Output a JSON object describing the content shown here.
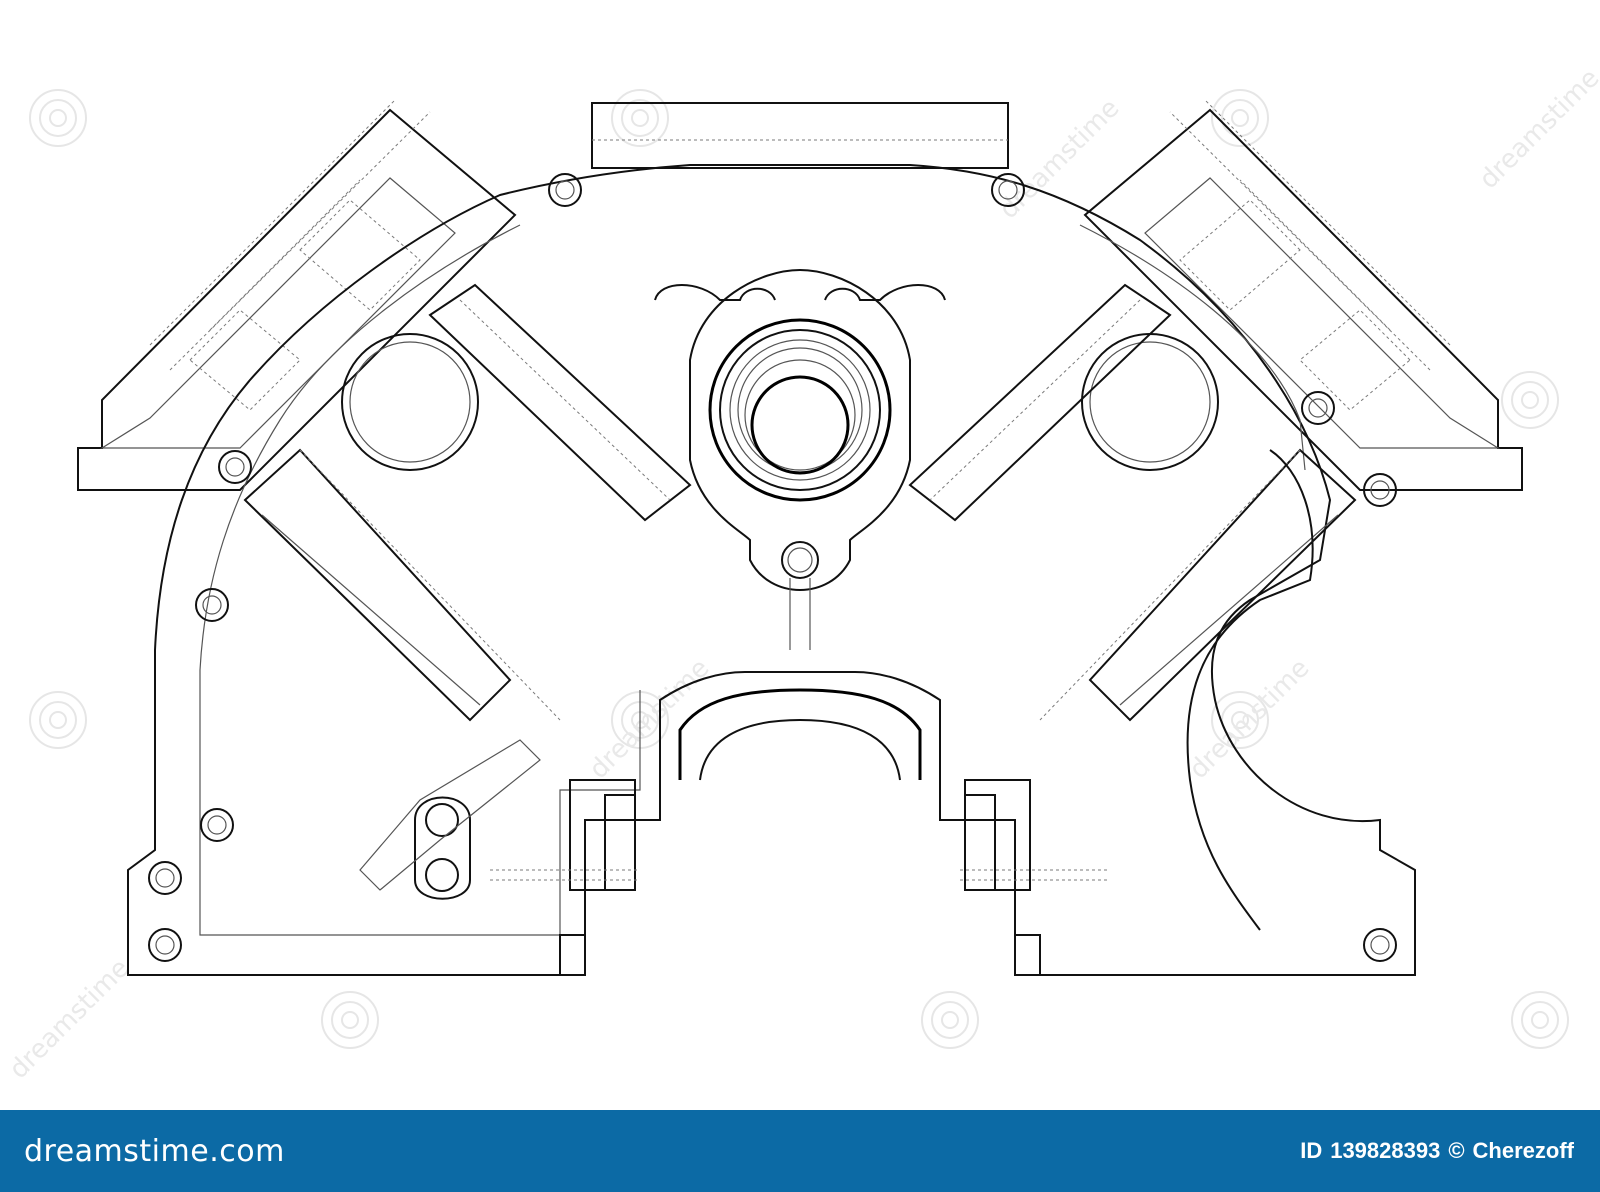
{
  "footer": {
    "brand_name": "dreamstime",
    "brand_tld": ".com",
    "id_label": "ID",
    "id_number": "139828393",
    "copyright_symbol": "©",
    "author": "Cherezoff",
    "background_color": "#0c6aa5"
  },
  "watermark": {
    "text": "dreamstime"
  },
  "drawing": {
    "style": "wireframe line drawing",
    "line_color": "#000000",
    "background_color": "#ffffff"
  }
}
